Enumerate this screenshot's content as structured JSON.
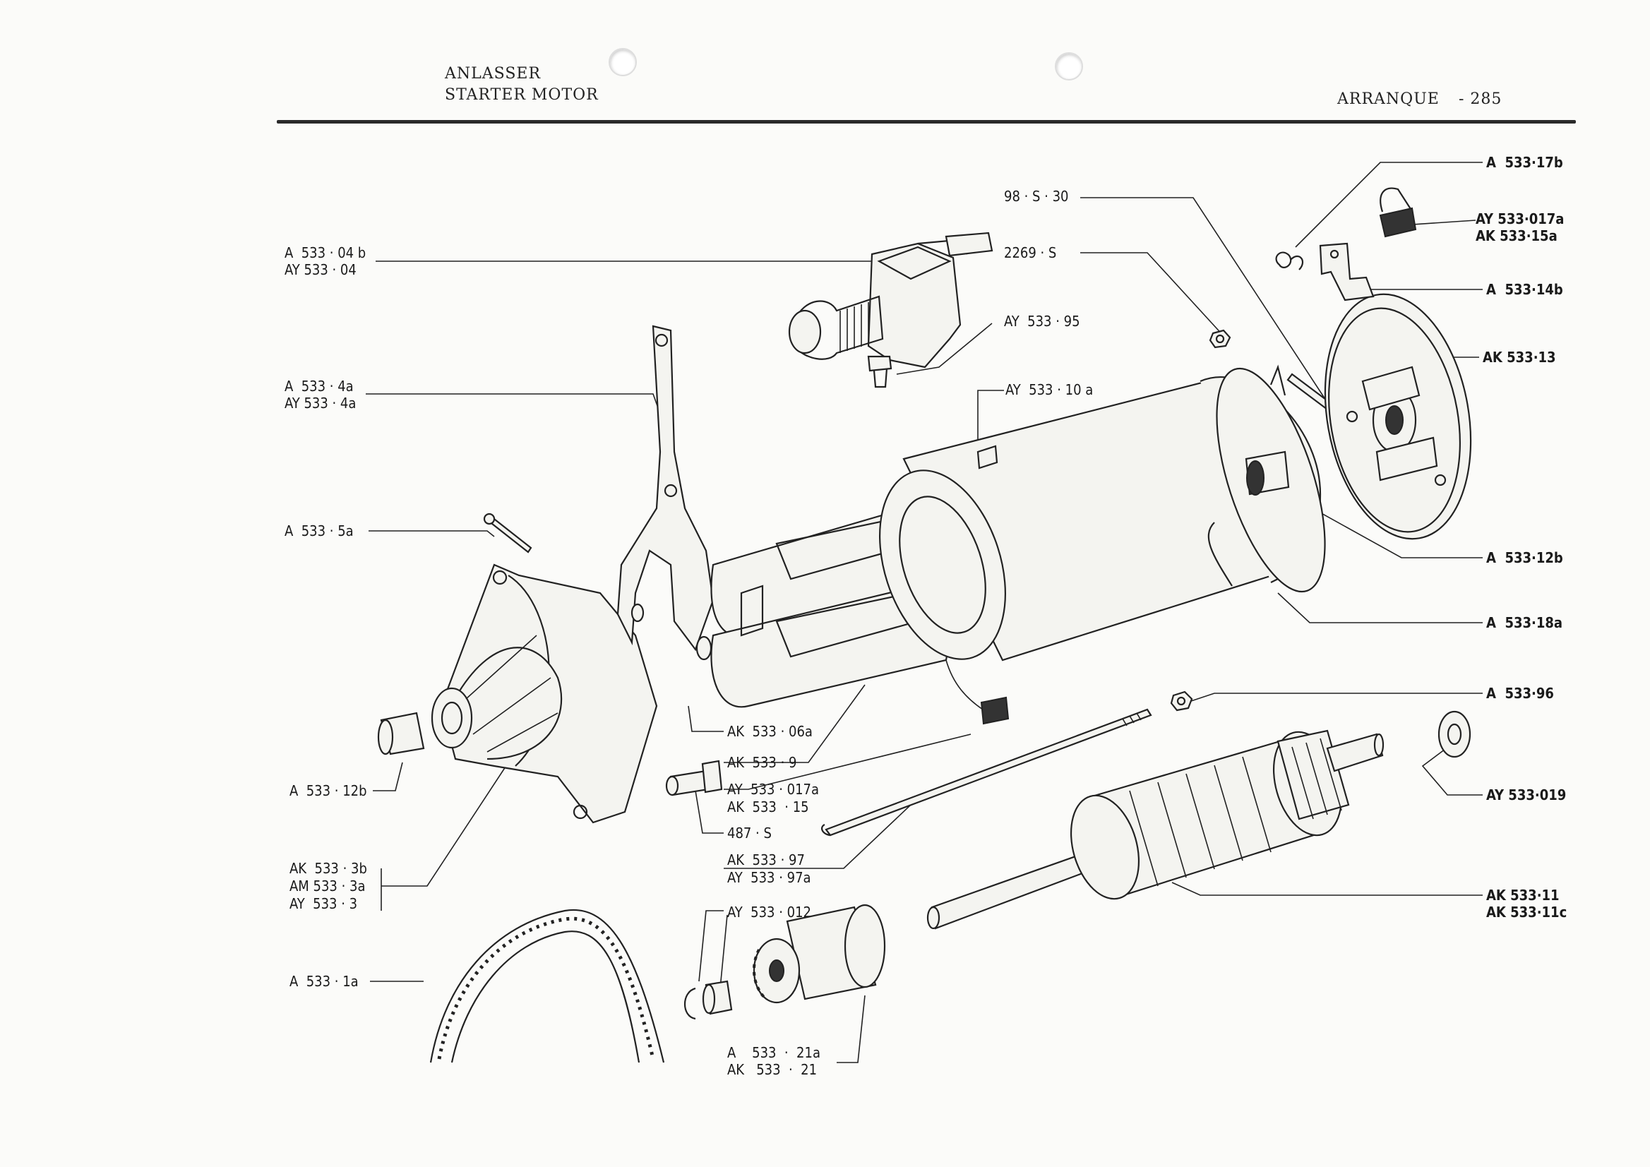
{
  "header": {
    "title_de": "ANLASSER",
    "title_en": "STARTER MOTOR",
    "title_es": "ARRANQUE",
    "page_number": "- 285"
  },
  "labels": {
    "a_533_04b": "A  533 · 04 b",
    "ay_533_04": "AY 533 · 04",
    "a_533_4a": "A  533 · 4a",
    "ay_533_4a": "AY 533 · 4a",
    "a_533_5a": "A  533 · 5a",
    "a_533_12b_left": "A  533 · 12b",
    "ak_533_3b": "AK  533 · 3b",
    "am_533_3a": "AM 533 · 3a",
    "ay_533_3": "AY  533 · 3",
    "a_533_1a": "A  533 · 1a",
    "s_98_30": "98 · S · 30",
    "s_2269": "2269 · S",
    "ay_533_95": "AY  533 · 95",
    "ay_533_10a": "AY  533 · 10 a",
    "ak_533_06a": "AK  533 · 06a",
    "ak_533_9": "AK  533 · 9",
    "ay_533_017a_mid": "AY  533 · 017a",
    "ak_533_15_mid": "AK  533  · 15",
    "s_487": "487 · S",
    "ak_533_97": "AK  533 · 97",
    "ay_533_97a": "AY  533 · 97a",
    "ay_533_012": "AY  533 · 012",
    "a_533_21a": "A    533  ·  21a",
    "ak_533_21": "AK   533  ·  21",
    "a_533_17b": "A  533·17b",
    "ay_533_017a_right": "AY 533·017a",
    "ak_533_15a": "AK 533·15a",
    "a_533_14b": "A  533·14b",
    "ak_533_13": "AK 533·13",
    "a_533_12b_right": "A  533·12b",
    "a_533_18a": "A  533·18a",
    "a_533_96": "A  533·96",
    "ay_533_019": "AY 533·019",
    "ak_533_11": "AK 533·11",
    "ak_533_11c": "AK 533·11c"
  }
}
